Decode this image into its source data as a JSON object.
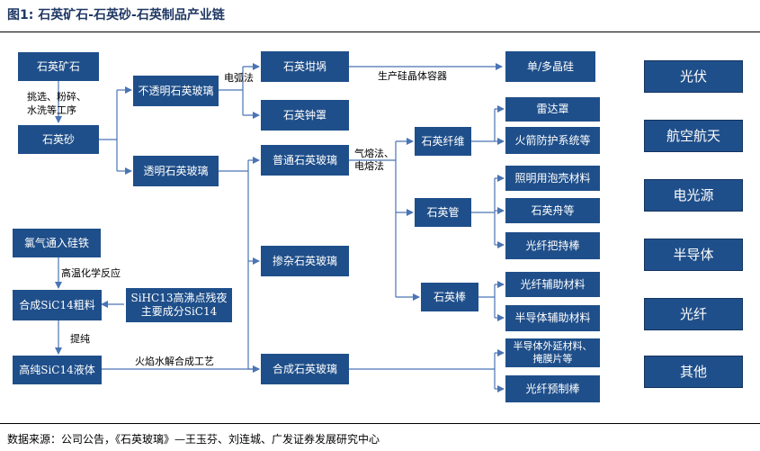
{
  "figure_title": "图1:  石英矿石-石英砂-石英制品产业链",
  "source_note": "数据来源：公司公告，《石英玻璃》—王玉芬、刘连城、广发证券发展研究中心",
  "boxes": {
    "quartz_ore": "石英矿石",
    "quartz_sand": "石英砂",
    "opaque_glass": "不透明石英玻璃",
    "transparent_glass": "透明石英玻璃",
    "crucible": "石英坩埚",
    "bell_jar": "石英钟罩",
    "ordinary_glass": "普通石英玻璃",
    "doped_glass": "掺杂石英玻璃",
    "synthetic_glass": "合成石英玻璃",
    "chlorine_ferrosilicon": "氯气通入硅铁",
    "crude_sicl4": "合成SiC14粗料",
    "sihcl3_line1": "SiHC13高沸点残夜",
    "sihcl3_line2": "主要成分SiC14",
    "pure_sicl4": "高纯SiC14液体",
    "single_poly_si": "单/多晶硅",
    "fiber": "石英纤维",
    "tube": "石英管",
    "rod": "石英棒",
    "radome": "雷达罩",
    "rocket_protection": "火箭防护系统等",
    "lamp_shell": "照明用泡壳材料",
    "quartz_boat": "石英舟等",
    "fiber_holder": "光纤把持棒",
    "fiber_aux": "光纤辅助材料",
    "semi_aux": "半导体辅助材料",
    "semi_epi_line1": "半导体外延材料、",
    "semi_epi_line2": "掩膜片等",
    "fiber_preform": "光纤预制棒"
  },
  "labels": {
    "beneficiation_1": "挑选、粉碎、",
    "beneficiation_2": "水洗等工序",
    "arc_method": "电弧法",
    "crystal_container": "生产硅晶体容器",
    "gas_melt": "气熔法、",
    "electric_melt": "电熔法",
    "high_temp_reaction": "高温化学反应",
    "purification": "提纯",
    "flame_hydrolysis": "火焰水解合成工艺"
  },
  "applications": [
    "光伏",
    "航空航天",
    "电光源",
    "半导体",
    "光纤",
    "其他"
  ],
  "colors": {
    "box_fill": "#1f4f8a",
    "line": "#4a74b4",
    "title": "#1f3864"
  }
}
